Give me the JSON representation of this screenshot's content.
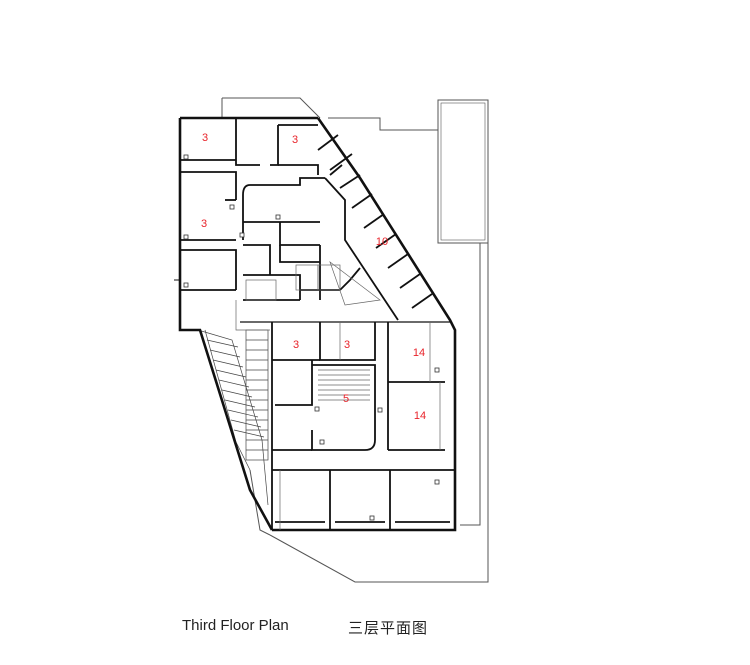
{
  "caption": {
    "english": "Third Floor Plan",
    "chinese": "三层平面图"
  },
  "colors": {
    "wall": "#111111",
    "thin_line": "#555555",
    "room_label": "#e8232a"
  },
  "rooms": [
    {
      "id": "nw-upper-left",
      "label": "3"
    },
    {
      "id": "nw-upper-right",
      "label": "3"
    },
    {
      "id": "west-mid",
      "label": "3"
    },
    {
      "id": "diagonal-wing",
      "label": "10"
    },
    {
      "id": "center-left",
      "label": "3"
    },
    {
      "id": "center-right",
      "label": "3"
    },
    {
      "id": "east-upper",
      "label": "14"
    },
    {
      "id": "center-hall",
      "label": "5"
    },
    {
      "id": "east-lower",
      "label": "14"
    }
  ]
}
